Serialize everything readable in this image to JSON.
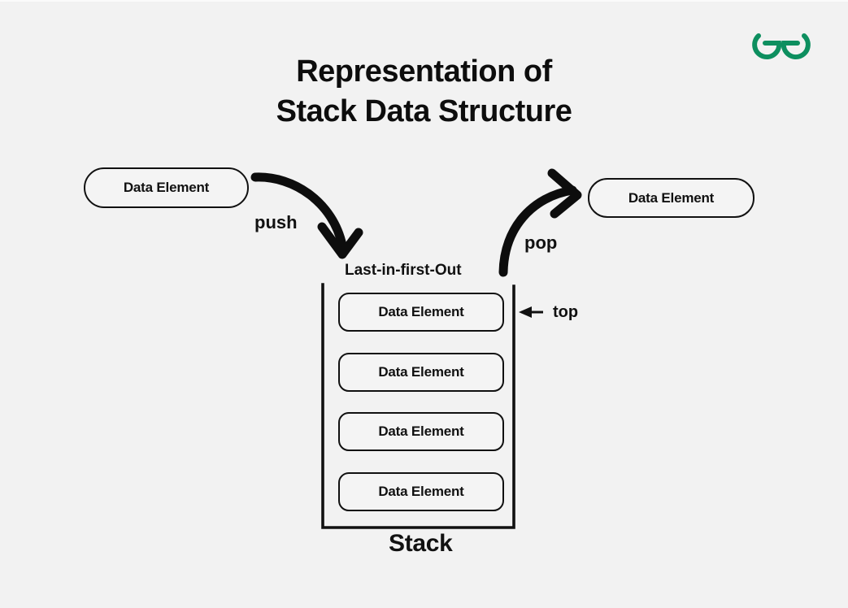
{
  "page": {
    "background_color": "#f2f2f2",
    "ink_color": "#111111"
  },
  "brand": {
    "logo_name": "geeksforgeeks-logo",
    "logo_color": "#0d8f5f"
  },
  "title": {
    "line1": "Representation of",
    "line2": "Stack Data Structure"
  },
  "diagram": {
    "input_box": {
      "label": "Data Element"
    },
    "output_box": {
      "label": "Data Element"
    },
    "push_label": "push",
    "pop_label": "pop",
    "lifo_label": "Last-in-first-Out",
    "top_label": "top",
    "stack_label": "Stack",
    "stack_items": [
      {
        "label": "Data Element"
      },
      {
        "label": "Data Element"
      },
      {
        "label": "Data Element"
      },
      {
        "label": "Data Element"
      }
    ]
  }
}
